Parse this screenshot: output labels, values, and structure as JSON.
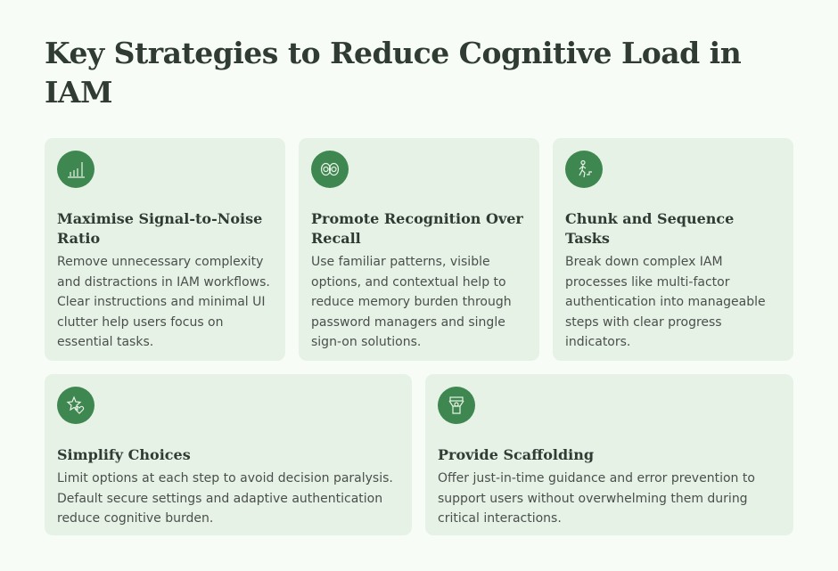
{
  "title": "Key Strategies to Reduce Cognitive Load in IAM",
  "cards": [
    {
      "icon": "bar-chart-icon",
      "title": "Maximise Signal-to-Noise Ratio",
      "text": "Remove unnecessary complexity and distractions in IAM workflows. Clear instructions and minimal UI clutter help users focus on essential tasks."
    },
    {
      "icon": "eyes-icon",
      "title": "Promote Recognition Over Recall",
      "text": "Use familiar patterns, visible options, and contextual help to reduce memory burden through password managers and single sign-on solutions."
    },
    {
      "icon": "person-stairs-icon",
      "title": "Chunk and Sequence Tasks",
      "text": "Break down complex IAM processes like multi-factor authentication into manageable steps with clear progress indicators."
    },
    {
      "icon": "star-heart-icon",
      "title": "Simplify Choices",
      "text": "Limit options at each step to avoid decision paralysis. Default secure settings and adaptive authentication reduce cognitive burden."
    },
    {
      "icon": "person-banner-icon",
      "title": "Provide Scaffolding",
      "text": "Offer just-in-time guidance and error prevention to support users without overwhelming them during critical interactions."
    }
  ]
}
